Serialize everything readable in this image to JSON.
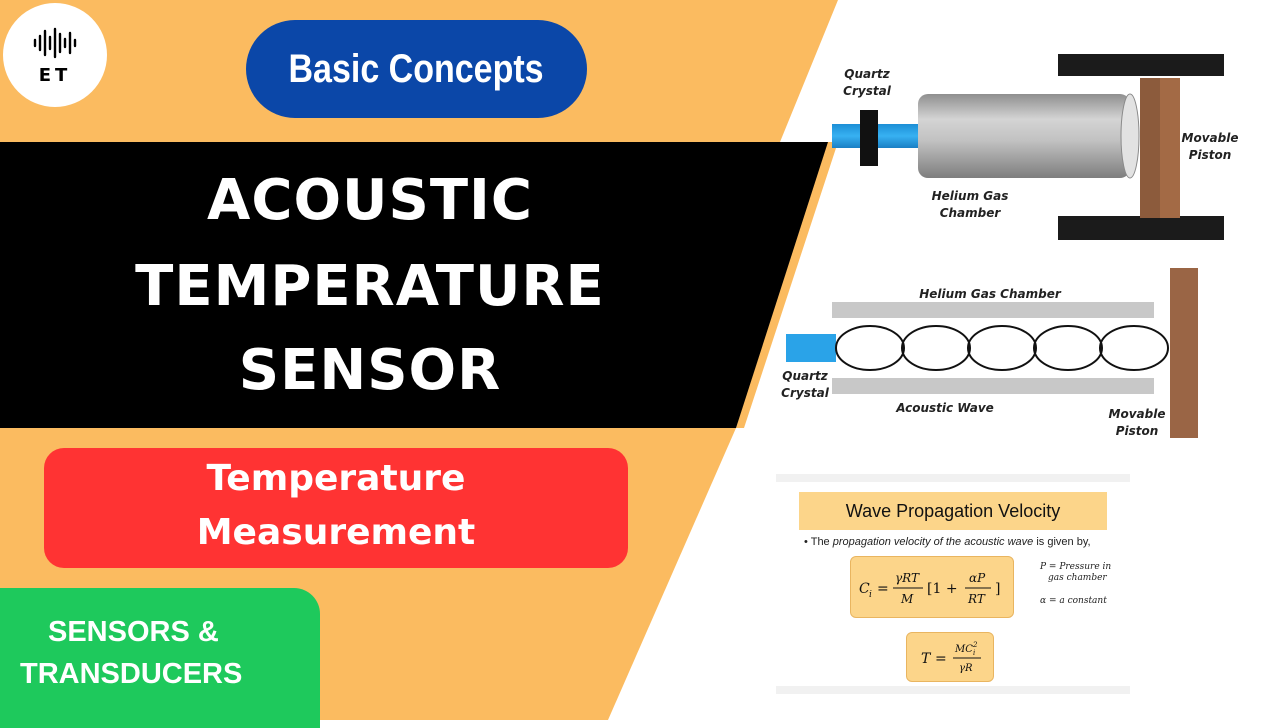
{
  "logo": {
    "text": "ET"
  },
  "badge": {
    "label": "Basic Concepts"
  },
  "title": {
    "line1": "ACOUSTIC",
    "line2": "TEMPERATURE",
    "line3": "SENSOR"
  },
  "subtitle": {
    "line1": "Temperature",
    "line2": "Measurement"
  },
  "category": {
    "line1": "SENSORS &",
    "line2": "TRANSDUCERS"
  },
  "diagram_top": {
    "quartz_line1": "Quartz",
    "quartz_line2": "Crystal",
    "helium_line1": "Helium Gas",
    "helium_line2": "Chamber",
    "piston_line1": "Movable",
    "piston_line2": "Piston"
  },
  "diagram_mid": {
    "helium": "Helium Gas Chamber",
    "quartz_line1": "Quartz",
    "quartz_line2": "Crystal",
    "wave": "Acoustic Wave",
    "piston_line1": "Movable",
    "piston_line2": "Piston"
  },
  "formula_panel": {
    "heading": "Wave Propagation Velocity",
    "bullet_prefix": "The ",
    "bullet_italic": "propagation velocity of the acoustic wave",
    "bullet_suffix": " is given by,",
    "note_p1": "P = Pressure in",
    "note_p2": "gas chamber",
    "note_alpha": "α = a constant"
  },
  "colors": {
    "orange": "#fbbb60",
    "black": "#000000",
    "blue_pill": "#0b47a8",
    "red": "#ff3333",
    "green": "#1ec95c",
    "quartz_blue": "#2aa3e8",
    "piston_brown": "#9a6545",
    "formula_fill": "#fcd58a"
  }
}
